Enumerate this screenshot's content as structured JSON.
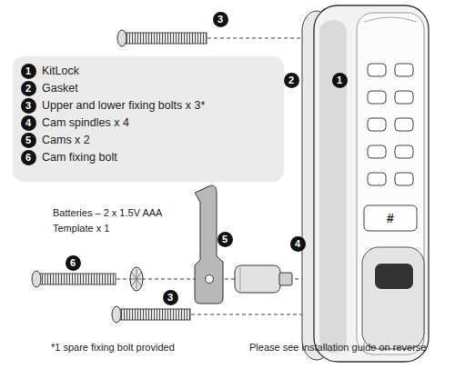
{
  "diagram": {
    "labels": [
      "3",
      "2",
      "1",
      "1",
      "KitLock",
      "2",
      "Gasket",
      "3",
      "Upper and lower fixing bolts x 3*",
      "4",
      "Cam spindles x 4",
      "5",
      "Cams x 2",
      "6",
      "Cam fixing bolt",
      "#",
      "Batteries – 2 x 1.5V AAA",
      "Template x 1",
      "5",
      "6",
      "4",
      "3",
      "*1 spare fixing bolt provided",
      "Please see installation guide on reverse"
    ]
  }
}
